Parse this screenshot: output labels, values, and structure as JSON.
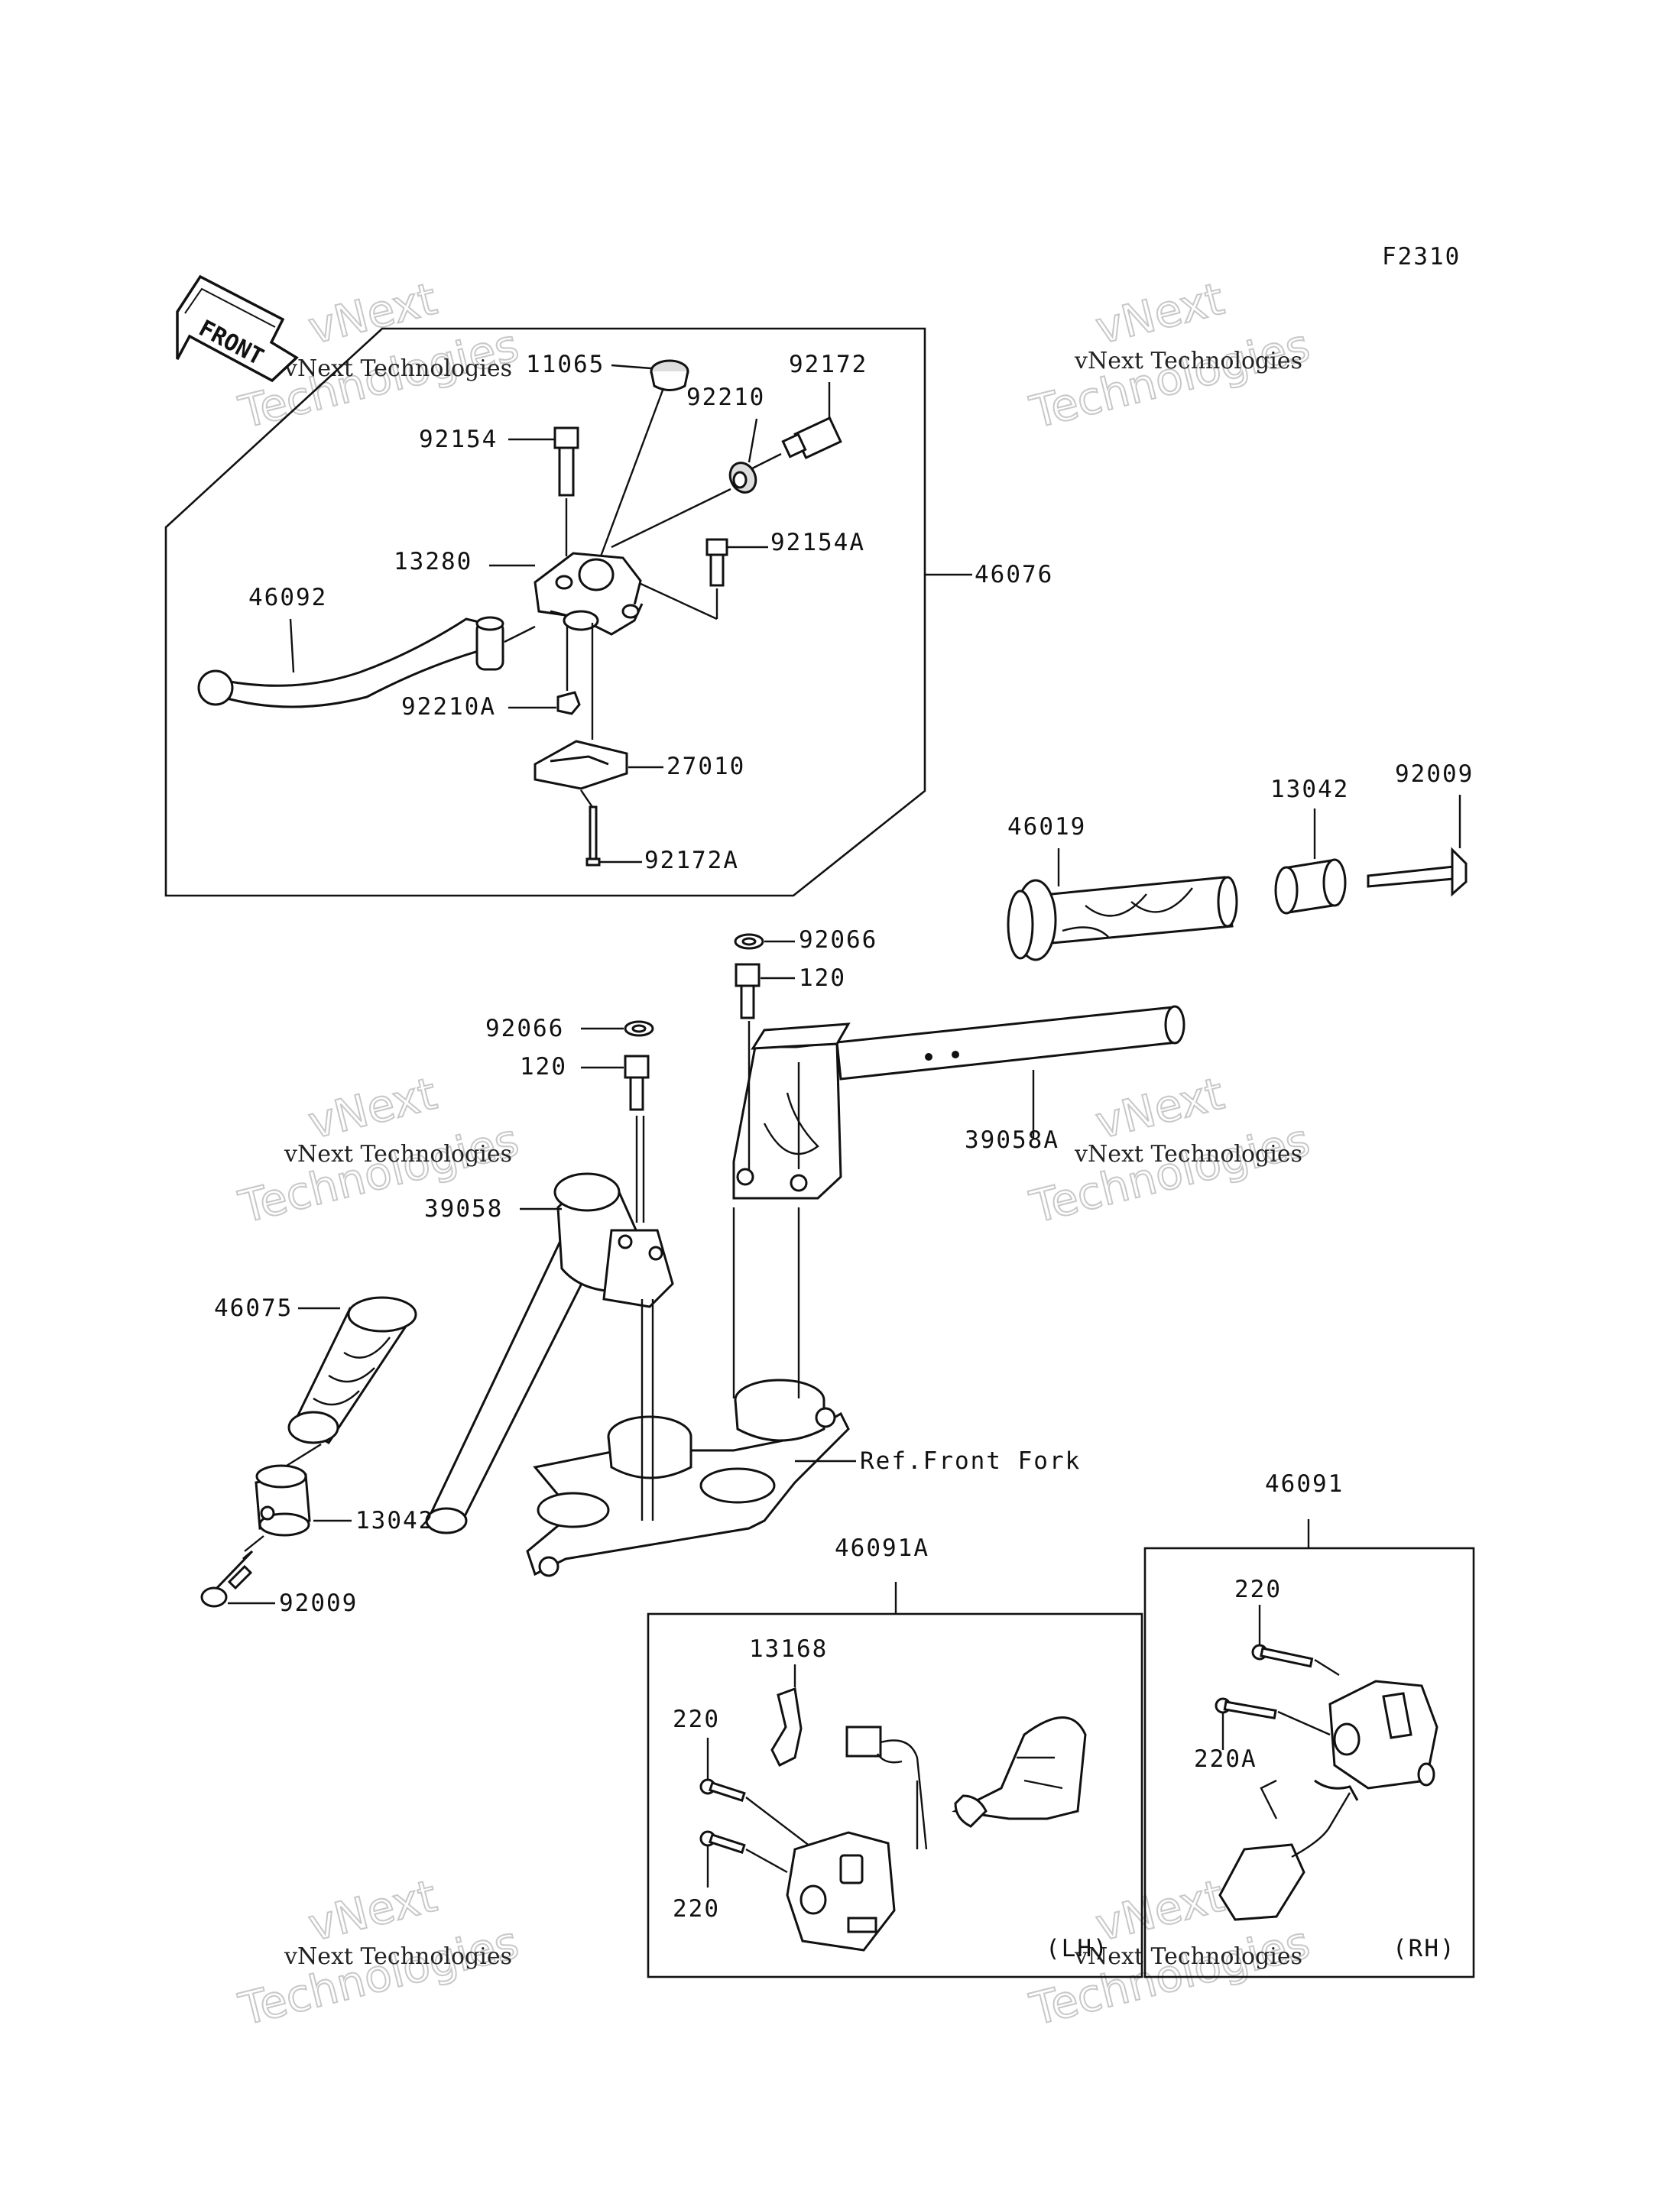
{
  "figure_code": "F2310",
  "front_marker": "FRONT",
  "watermark": {
    "line1": "vNext",
    "line2": "Technologies",
    "caption": "vNext Technologies"
  },
  "parts": [
    {
      "id": "11065"
    },
    {
      "id": "92172"
    },
    {
      "id": "92210"
    },
    {
      "id": "92154"
    },
    {
      "id": "92154A"
    },
    {
      "id": "13280"
    },
    {
      "id": "46076"
    },
    {
      "id": "46092"
    },
    {
      "id": "92210A"
    },
    {
      "id": "27010"
    },
    {
      "id": "92172A"
    },
    {
      "id": "92009"
    },
    {
      "id": "13042"
    },
    {
      "id": "46019"
    },
    {
      "id": "92066"
    },
    {
      "id": "120"
    },
    {
      "id": "39058A"
    },
    {
      "id": "39058"
    },
    {
      "id": "46075"
    },
    {
      "id": "Ref.Front Fork"
    },
    {
      "id": "46091"
    },
    {
      "id": "46091A"
    },
    {
      "id": "13168"
    },
    {
      "id": "220"
    },
    {
      "id": "220A"
    },
    {
      "id": "(LH)"
    },
    {
      "id": "(RH)"
    }
  ]
}
